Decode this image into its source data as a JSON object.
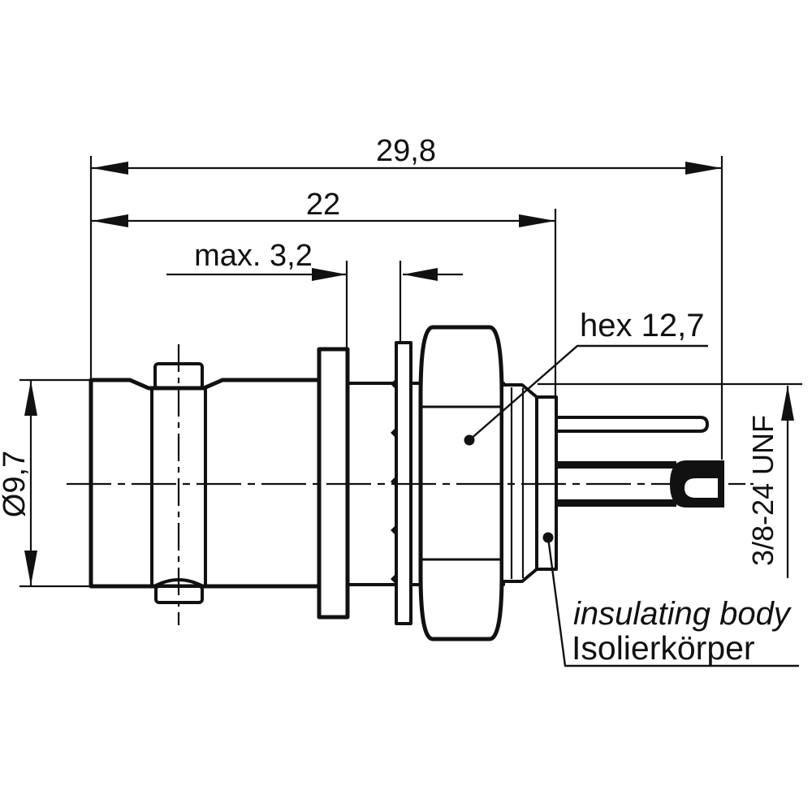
{
  "dimensions": {
    "total_length": "29,8",
    "body_length": "22",
    "panel_thickness": "max. 3,2",
    "hex_size": "hex 12,7",
    "front_diameter": "Ø9,7",
    "thread": "3/8-24 UNF"
  },
  "callouts": {
    "insulating_body_en": "insulating body",
    "insulating_body_de": "Isolierkörper"
  },
  "colors": {
    "line": "#111111",
    "background": "#ffffff"
  }
}
